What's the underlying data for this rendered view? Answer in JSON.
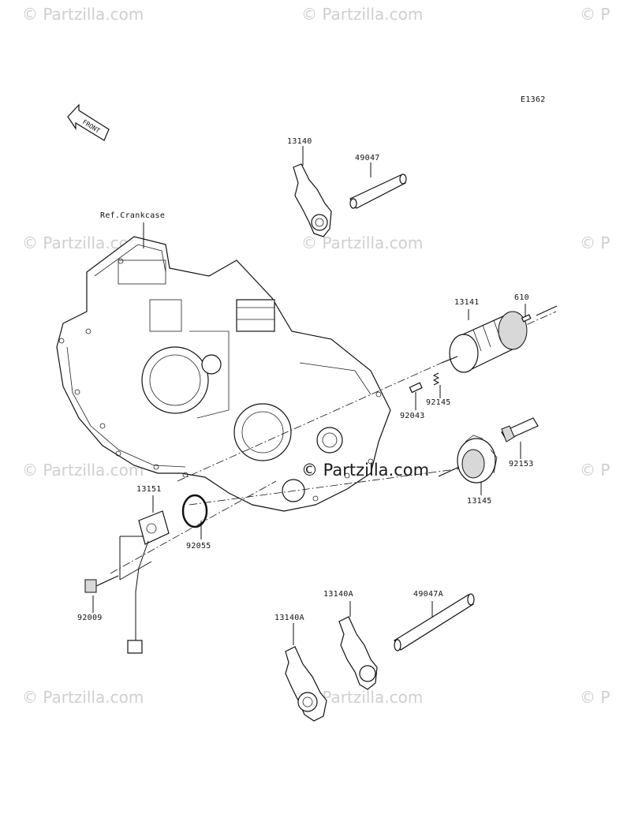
{
  "watermark": {
    "text": "© Partzilla.com",
    "center_text": "© Partzilla.com",
    "edge_text": "© P"
  },
  "diagram_code": "E1362",
  "front_label": "FRONT",
  "reference": "Ref.Crankcase",
  "parts": {
    "p13140": "13140",
    "p49047": "49047",
    "p13141": "13141",
    "p610": "610",
    "p92145": "92145",
    "p92043": "92043",
    "p92153": "92153",
    "p13145": "13145",
    "p13151": "13151",
    "p92055": "92055",
    "p92009": "92009",
    "p13140A_top": "13140A",
    "p49047A": "49047A",
    "p13140A_left": "13140A"
  }
}
